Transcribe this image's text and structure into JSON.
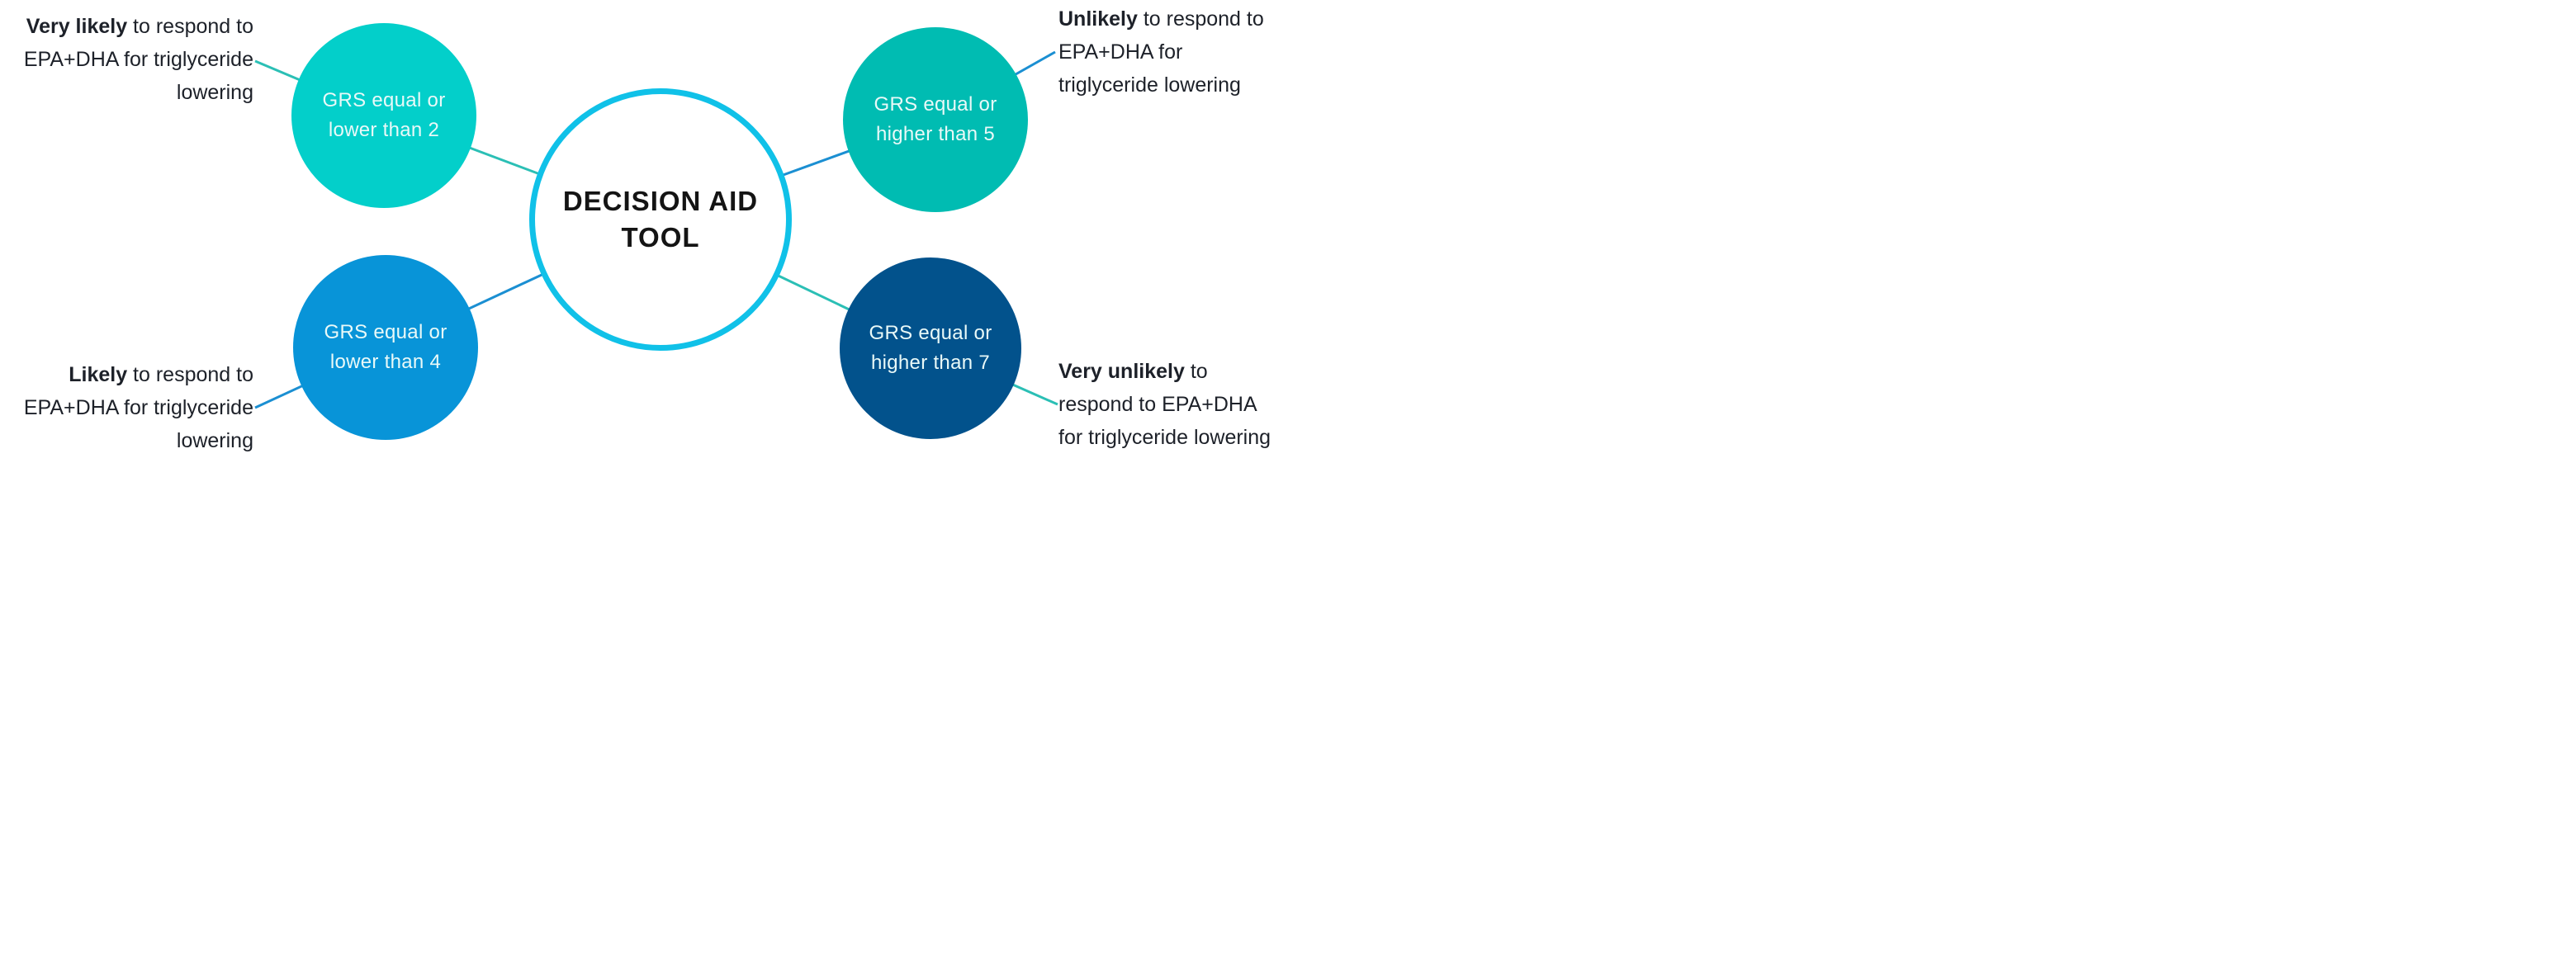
{
  "figure": {
    "center": {
      "line1": "DECISION AID",
      "line2": "TOOL",
      "border_color": "#10c1e8"
    },
    "nodes": {
      "top_left": {
        "line1": "GRS equal or",
        "line2": "lower than 2",
        "fill": "#03cfca",
        "connector_color": "#2bbfb5"
      },
      "top_right": {
        "line1": "GRS equal or",
        "line2": "higher than 5",
        "fill": "#00bcb2",
        "connector_color": "#1b8fd2"
      },
      "bottom_left": {
        "line1": "GRS equal or",
        "line2": "lower than 4",
        "fill": "#0894d8",
        "connector_color": "#1b8fd2"
      },
      "bottom_right": {
        "line1": "GRS equal or",
        "line2": "higher than 7",
        "fill": "#02528c",
        "connector_color": "#2bbfb5"
      }
    },
    "annotations": {
      "top_left": {
        "line1_bold": "Very likely",
        "line1_rest": " to respond to",
        "line2": "EPA+DHA for triglyceride",
        "line3": "lowering"
      },
      "top_right": {
        "line1_bold": "Unlikely",
        "line1_rest": " to respond to",
        "line2": "EPA+DHA for",
        "line3": "triglyceride lowering"
      },
      "bottom_left": {
        "line1_bold": "Likely",
        "line1_rest": " to respond to",
        "line2": "EPA+DHA for triglyceride",
        "line3": "lowering"
      },
      "bottom_right": {
        "line1_bold": "Very unlikely",
        "line1_rest": " to",
        "line2": "respond to EPA+DHA",
        "line3": "for triglyceride lowering"
      }
    }
  }
}
